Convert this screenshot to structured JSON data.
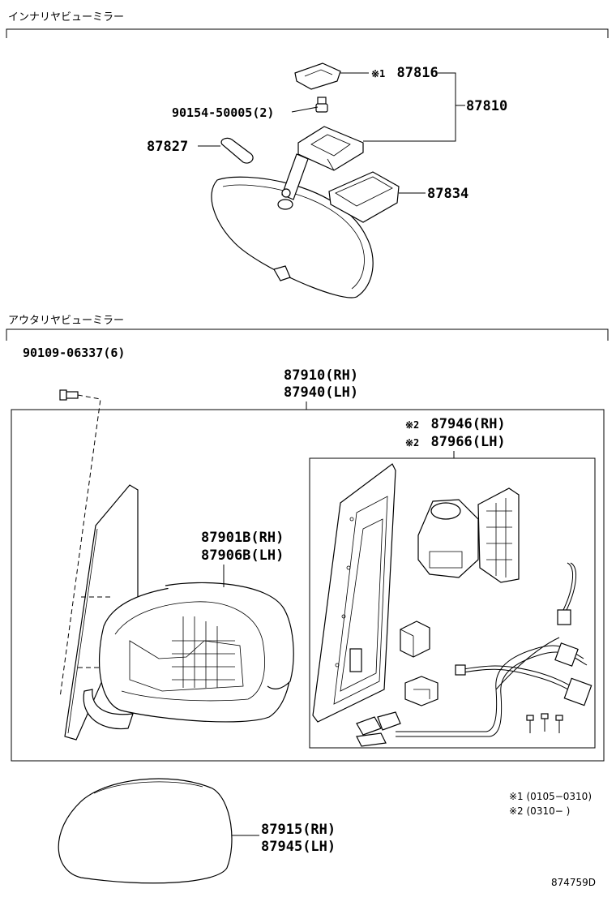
{
  "sections": {
    "inner": {
      "title": "インナリヤビューミラー"
    },
    "outer": {
      "title": "アウタリヤビューミラー"
    }
  },
  "inner_parts": {
    "p87816": {
      "mark": "※1",
      "number": "87816"
    },
    "p87810": {
      "number": "87810"
    },
    "p90154": {
      "number": "90154-50005",
      "qty": "(2)"
    },
    "p87827": {
      "number": "87827"
    },
    "p87834": {
      "number": "87834"
    }
  },
  "outer_parts": {
    "p90109": {
      "number": "90109-06337",
      "qty": "(6)"
    },
    "p87910": {
      "number": "87910",
      "side": "(RH)"
    },
    "p87940": {
      "number": "87940",
      "side": "(LH)"
    },
    "p87946": {
      "mark": "※2",
      "number": "87946",
      "side": "(RH)"
    },
    "p87966": {
      "mark": "※2",
      "number": "87966",
      "side": "(LH)"
    },
    "p87901B": {
      "number": "87901B",
      "side": "(RH)"
    },
    "p87906B": {
      "number": "87906B",
      "side": "(LH)"
    },
    "p87915": {
      "number": "87915",
      "side": "(RH)"
    },
    "p87945": {
      "number": "87945",
      "side": "(LH)"
    }
  },
  "notes": {
    "n1": "※1 (0105−0310)",
    "n2": "※2 (0310−      )"
  },
  "diagram_id": "874759D"
}
